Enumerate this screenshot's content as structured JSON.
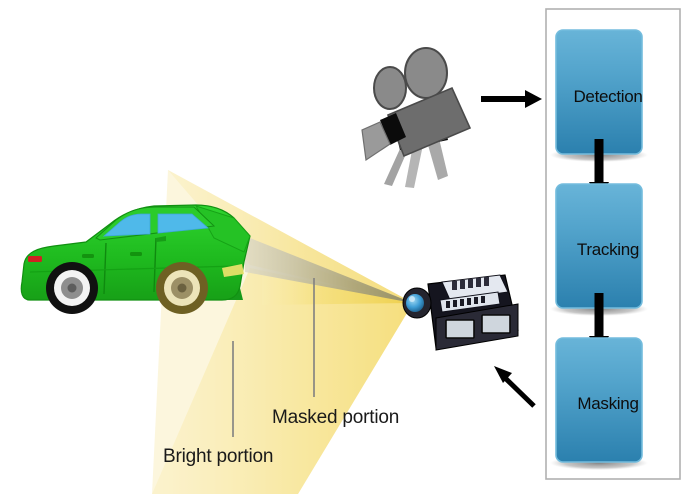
{
  "diagram": {
    "title_visible": false,
    "background_color": "#ffffff"
  },
  "annotations": {
    "masked_label": "Masked portion",
    "bright_label": "Bright portion"
  },
  "pipeline": {
    "frame_border_color": "#b0b0b0",
    "box_color_top": "#4e9fcb",
    "box_color_bottom": "#2a7fae",
    "stages": [
      {
        "label": "Detection"
      },
      {
        "label": "Tracking"
      },
      {
        "label": "Masking"
      }
    ],
    "connector_arrows": 2
  },
  "objects": {
    "camera": {
      "name": "movie-camera",
      "body_color": "#6e6e6e",
      "reel_color": "#8c8c8c",
      "accent_color": "#000000"
    },
    "car": {
      "name": "green-sedan",
      "body_color": "#22c322",
      "window_color": "#4db8e8",
      "wheel_color": "#111111"
    },
    "projector": {
      "name": "video-projector",
      "body_color": "#14141e",
      "lens_color": "#3d9fd6",
      "panel_color": "#dfe3ef"
    },
    "light_beam": {
      "bright_color": "#f7e07a",
      "bright_color_soft": "#fbeeb0",
      "masked_color": "#b3ab82"
    }
  },
  "arrows": {
    "camera_to_detection": "right-arrow",
    "pipeline_to_projector": "up-left-arrow",
    "detection_to_tracking": "down-arrow",
    "tracking_to_masking": "down-arrow"
  },
  "leader_lines": {
    "color": "#808080",
    "count": 2
  }
}
